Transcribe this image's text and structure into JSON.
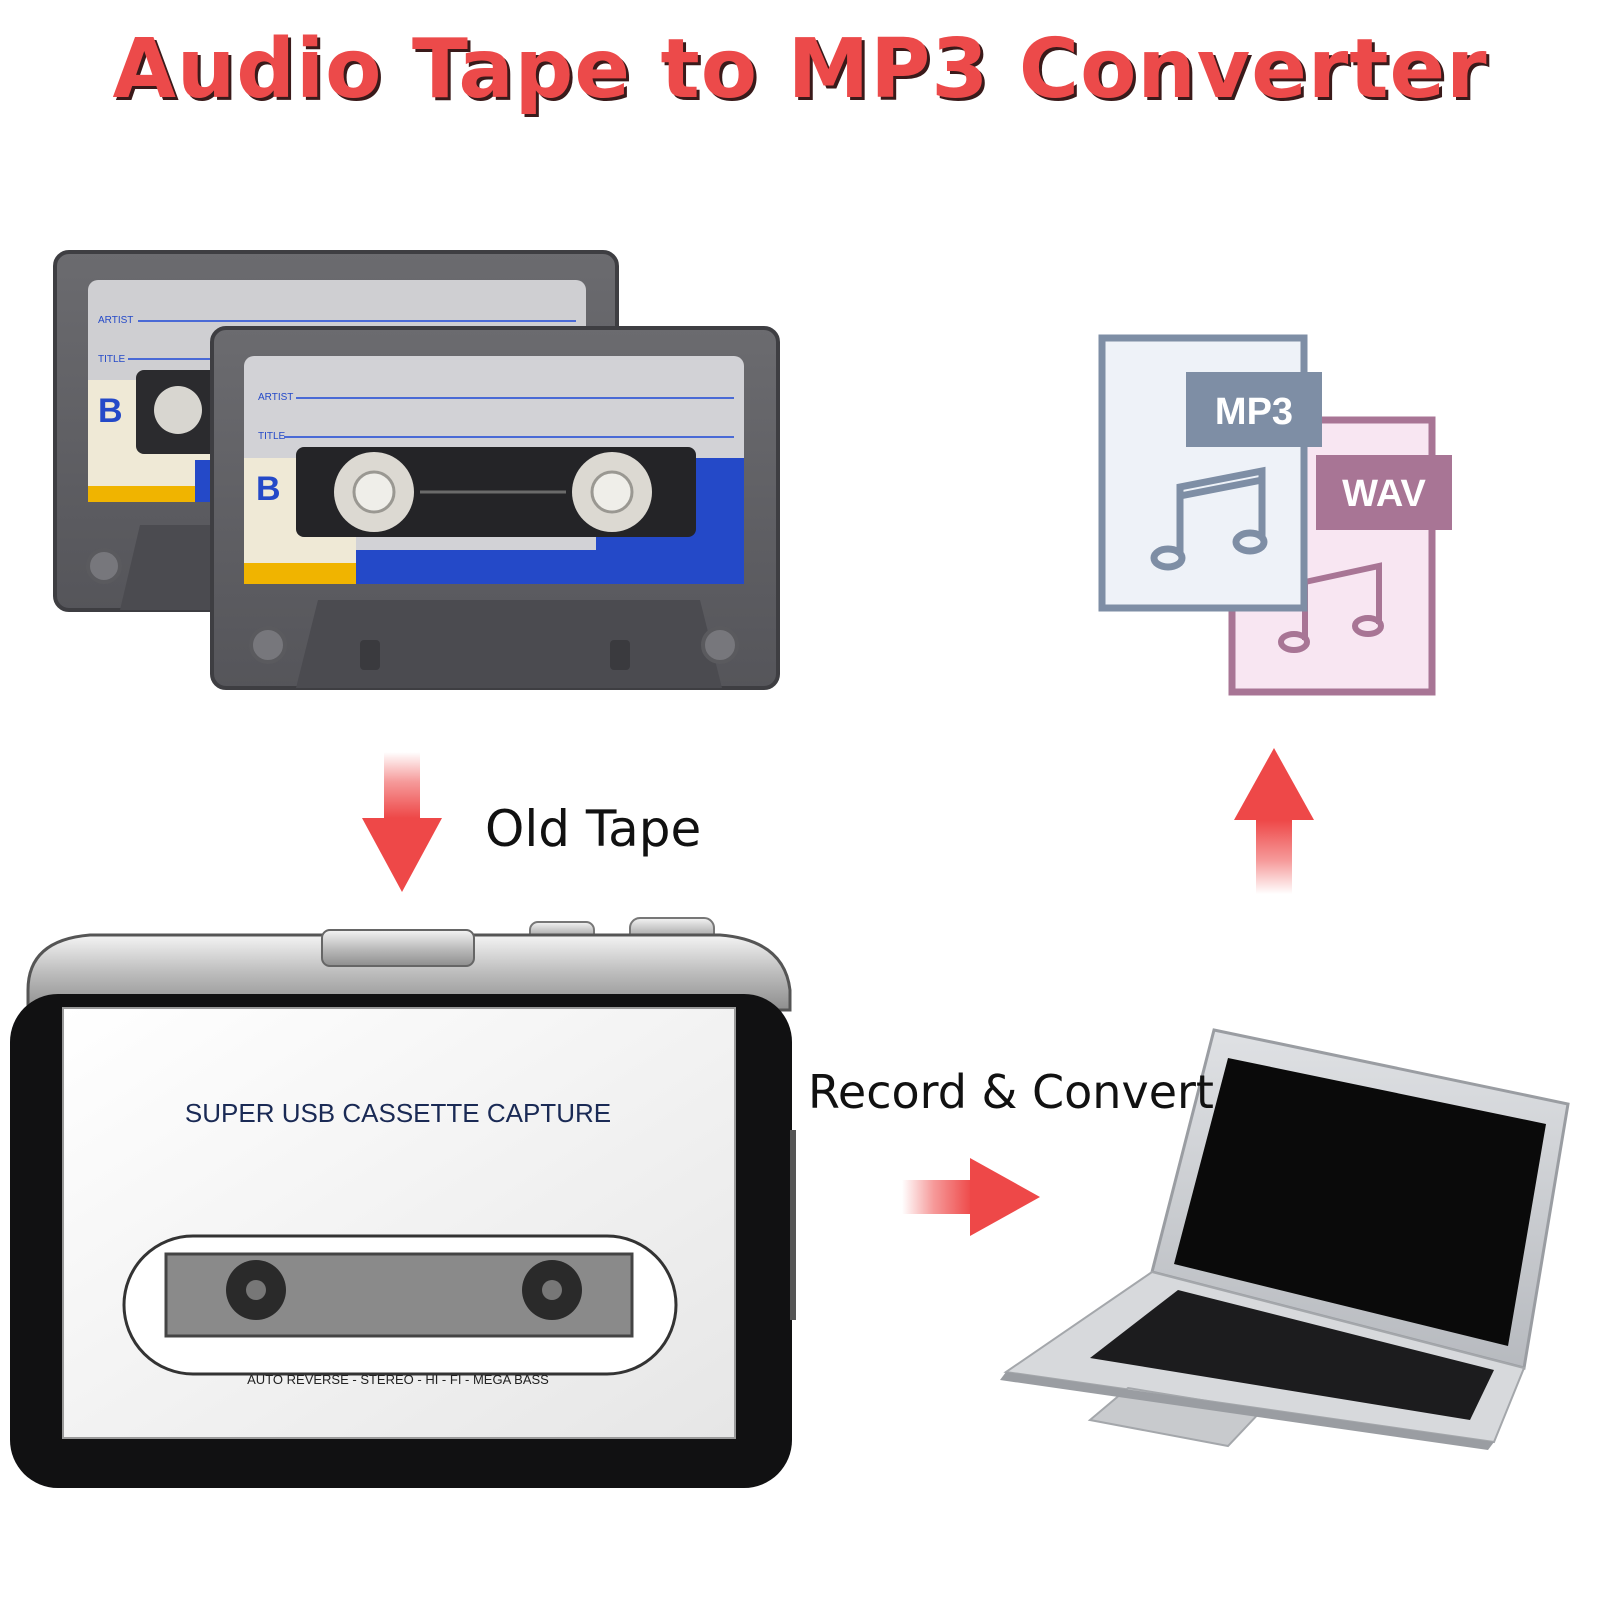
{
  "title": "Audio Tape to MP3 Converter",
  "colors": {
    "title_red": "#ec4a4a",
    "title_shadow": "#3a1a1a",
    "arrow_red": "#ee4848",
    "mp3_doc": "#7e8ea5",
    "wav_doc": "#a87595",
    "blue_label": "#2449c8",
    "yellow_label": "#f0b400"
  },
  "captions": {
    "old_tape": "Old Tape",
    "record_convert": "Record & Convert"
  },
  "cassettes": {
    "artist_label": "ARTIST",
    "title_label": "TITLE",
    "side": "B"
  },
  "formats": {
    "mp3": "MP3",
    "wav": "WAV"
  },
  "player": {
    "brand_text": "SUPER USB CASSETTE CAPTURE",
    "features_text": "AUTO REVERSE - STEREO - HI - FI - MEGA BASS"
  },
  "icons": {
    "cassette_back": "cassette-tape-icon",
    "cassette_front": "cassette-tape-icon",
    "mp3_file": "music-file-icon",
    "wav_file": "music-file-icon",
    "player": "cassette-player-icon",
    "laptop": "laptop-icon"
  }
}
